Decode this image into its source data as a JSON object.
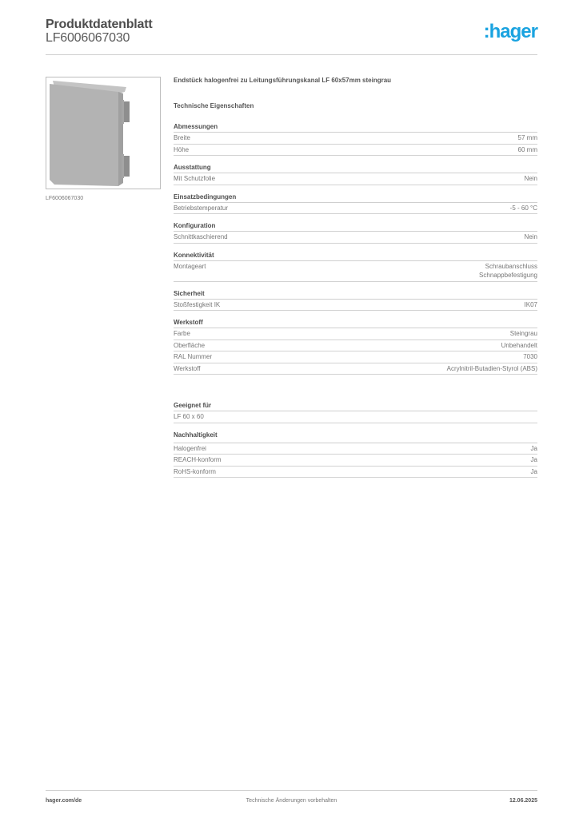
{
  "header": {
    "title": "Produktdatenblatt",
    "article_number": "LF6006067030",
    "logo_text": ":hager",
    "logo_color": "#1aa3e0"
  },
  "product_image": {
    "caption": "LF6006067030",
    "icon": "end-cap-product-image"
  },
  "product": {
    "description": "Endstück halogenfrei zu Leitungsführungskanal LF 60x57mm steingrau",
    "section_title": "Technische Eigenschaften"
  },
  "groups": [
    {
      "title": "Abmessungen",
      "rows": [
        {
          "label": "Breite",
          "value": [
            "57 mm"
          ]
        },
        {
          "label": "Höhe",
          "value": [
            "60 mm"
          ]
        }
      ]
    },
    {
      "title": "Ausstattung",
      "rows": [
        {
          "label": "Mit Schutzfolie",
          "value": [
            "Nein"
          ]
        }
      ]
    },
    {
      "title": "Einsatzbedingungen",
      "rows": [
        {
          "label": "Betriebstemperatur",
          "value": [
            "-5 - 60 °C"
          ]
        }
      ]
    },
    {
      "title": "Konfiguration",
      "rows": [
        {
          "label": "Schnittkaschierend",
          "value": [
            "Nein"
          ]
        }
      ]
    },
    {
      "title": "Konnektivität",
      "rows": [
        {
          "label": "Montageart",
          "value": [
            "Schraubanschluss",
            "Schnappbefestigung"
          ]
        }
      ]
    },
    {
      "title": "Sicherheit",
      "rows": [
        {
          "label": "Stoßfestigkeit IK",
          "value": [
            "IK07"
          ]
        }
      ]
    },
    {
      "title": "Werkstoff",
      "rows": [
        {
          "label": "Farbe",
          "value": [
            "Steingrau"
          ]
        },
        {
          "label": "Oberfläche",
          "value": [
            "Unbehandelt"
          ]
        },
        {
          "label": "RAL Nummer",
          "value": [
            "7030"
          ]
        },
        {
          "label": "Werkstoff",
          "value": [
            "Acrylnitril-Butadien-Styrol (ABS)"
          ]
        }
      ]
    },
    {
      "title": "Geeignet für",
      "rows": [
        {
          "label": "LF 60 x 60",
          "value": [
            ""
          ]
        }
      ]
    },
    {
      "title": "Nachhaltigkeit",
      "rows": [
        {
          "label": "Halogenfrei",
          "value": [
            "Ja"
          ]
        },
        {
          "label": "REACH-konform",
          "value": [
            "Ja"
          ]
        },
        {
          "label": "RoHS-konform",
          "value": [
            "Ja"
          ]
        }
      ]
    }
  ],
  "footer": {
    "website": "hager.com/de",
    "notice": "Technische Änderungen vorbehalten",
    "date": "12.06.2025"
  }
}
